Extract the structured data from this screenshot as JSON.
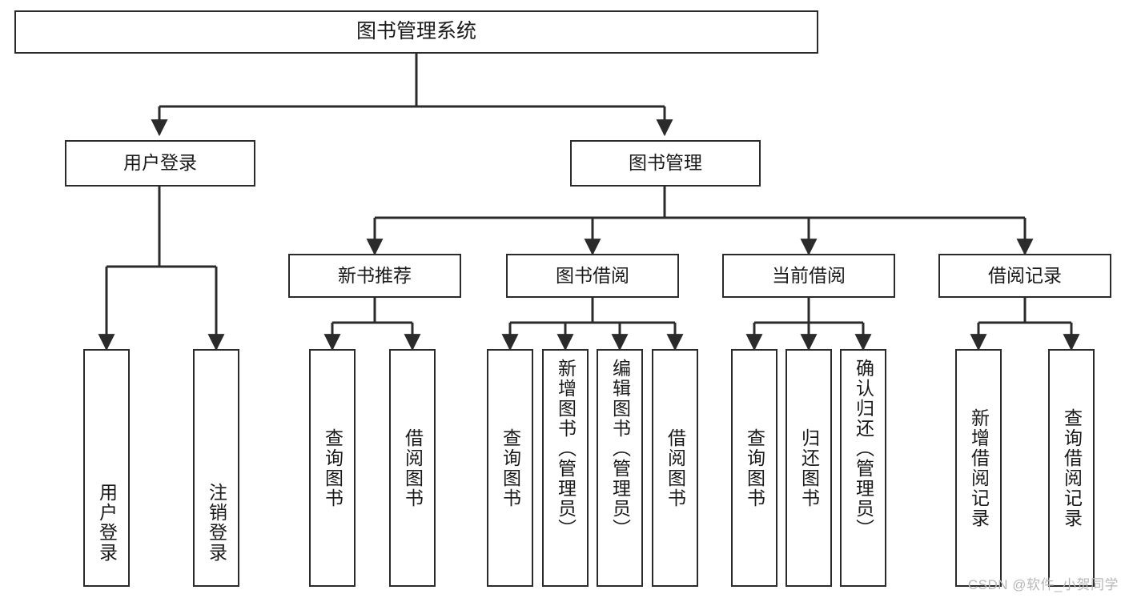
{
  "diagram": {
    "title_text": "图书管理系统",
    "type": "tree-hierarchy-diagram",
    "watermark": "CSDN @软件_小贺同学",
    "colors": {
      "box_border": "#2b2b2b",
      "box_fill": "#ffffff",
      "connector": "#2b2b2b",
      "text": "#1a1a1a",
      "watermark": "#b8b8b8",
      "background": "#ffffff"
    },
    "root": {
      "label": "图书管理系统"
    },
    "level2": [
      {
        "label": "用户登录"
      },
      {
        "label": "图书管理"
      }
    ],
    "level3": [
      {
        "label": "新书推荐"
      },
      {
        "label": "图书借阅"
      },
      {
        "label": "当前借阅"
      },
      {
        "label": "借阅记录"
      }
    ],
    "leaves": {
      "user_login": [
        {
          "label": "用户登录"
        },
        {
          "label": "注销登录"
        }
      ],
      "new_book_recommend": [
        {
          "label": "查询图书"
        },
        {
          "label": "借阅图书"
        }
      ],
      "book_borrow": [
        {
          "label": "查询图书"
        },
        {
          "label": "新增图书（管理员）"
        },
        {
          "label": "编辑图书（管理员）"
        },
        {
          "label": "借阅图书"
        }
      ],
      "current_borrow": [
        {
          "label": "查询图书"
        },
        {
          "label": "归还图书"
        },
        {
          "label": "确认归还（管理员）"
        }
      ],
      "borrow_record": [
        {
          "label": "新增借阅记录"
        },
        {
          "label": "查询借阅记录"
        }
      ]
    }
  }
}
